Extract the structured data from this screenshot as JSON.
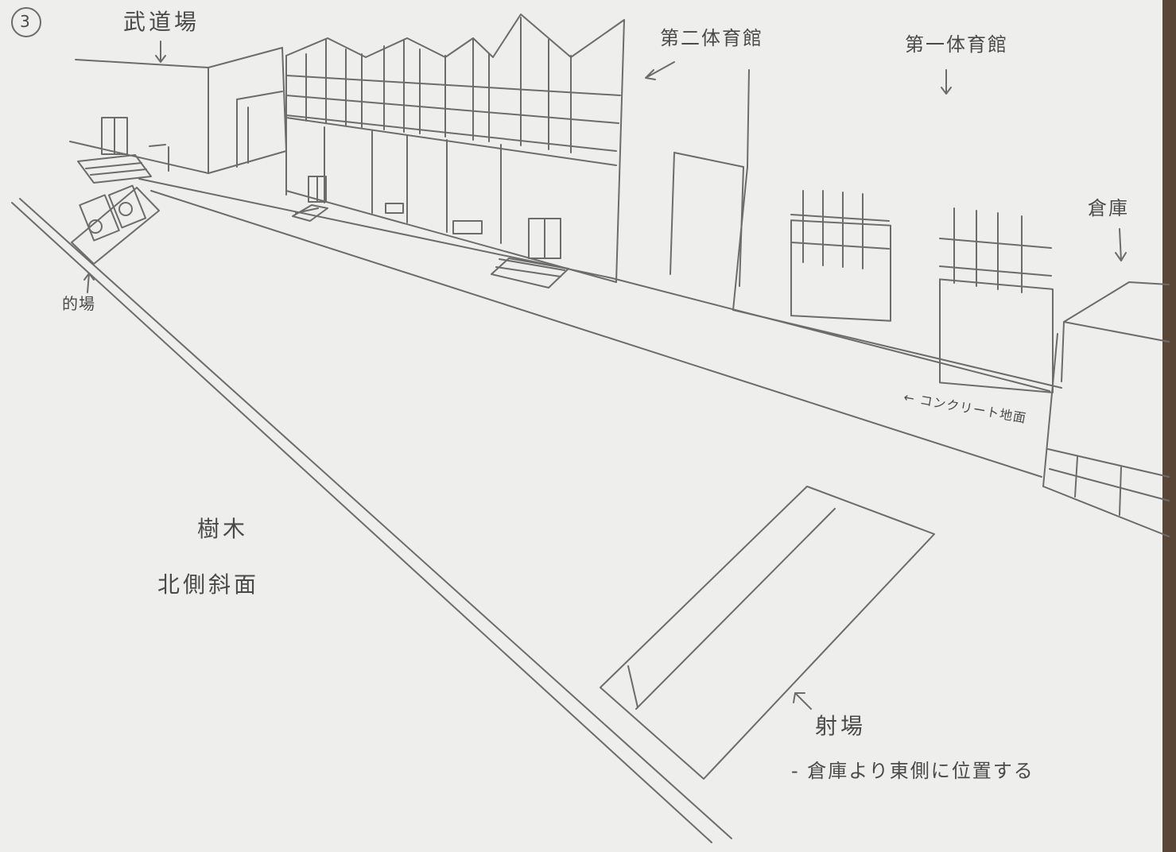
{
  "sheet": {
    "number": "3",
    "paper_color": "#eeeeec",
    "pencil_color": "#6c6c6c"
  },
  "labels": {
    "budojo": "武道場",
    "second_gym": "第二体育館",
    "first_gym": "第一体育館",
    "storehouse": "倉庫",
    "matoba": "的場",
    "concrete": "← コンクリート地面",
    "trees": "樹木",
    "north_slope": "北側斜面",
    "shajo": "射場",
    "shajo_note": "- 倉庫より東側に位置する"
  }
}
